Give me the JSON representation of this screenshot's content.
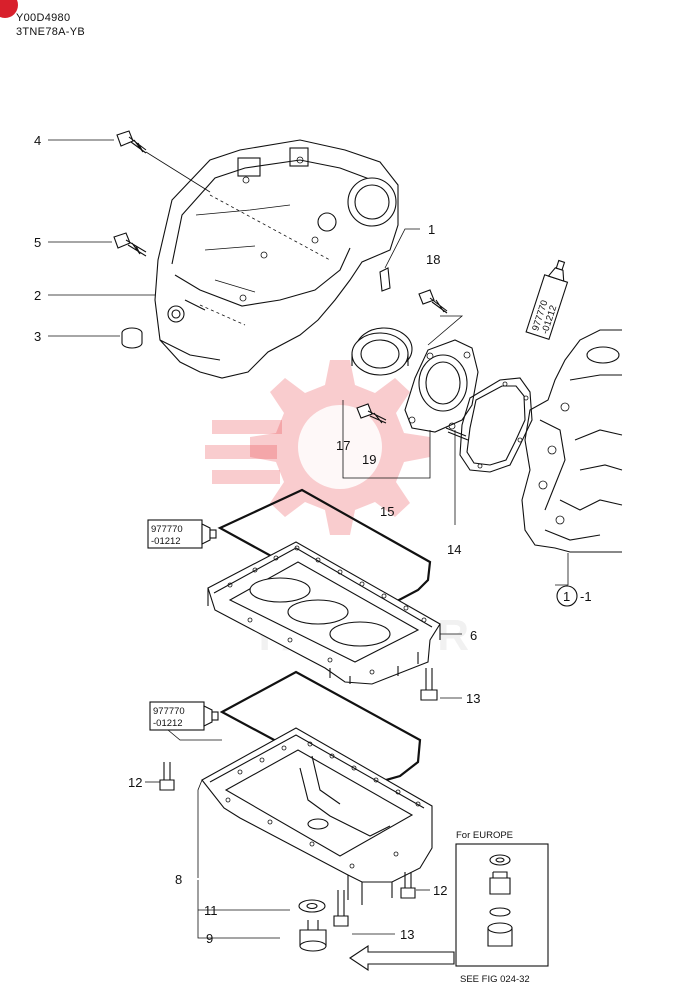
{
  "header": {
    "code": "Y00D4980",
    "model": "3TNE78A-YB"
  },
  "callouts": {
    "n1": "1",
    "n2": "2",
    "n3": "3",
    "n4": "4",
    "n5": "5",
    "n6": "6",
    "n8": "8",
    "n9": "9",
    "n11": "11",
    "n12a": "12",
    "n12b": "12",
    "n13a": "13",
    "n13b": "13",
    "n14": "14",
    "n15": "15",
    "n17": "17",
    "n18": "18",
    "n19": "19",
    "ref_circle": "1",
    "ref_suffix": "-1"
  },
  "sealant": {
    "code_line1": "977770",
    "code_line2": "-01212"
  },
  "europe_box": {
    "title": "For EUROPE",
    "see_fig": "SEE FIG 024-32"
  },
  "colors": {
    "line": "#111111",
    "watermark": "#e8323c",
    "badge": "#d8202c"
  }
}
